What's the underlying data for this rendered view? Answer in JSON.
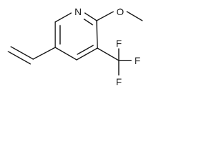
{
  "molecule": {
    "atoms": {
      "nitrogen": "N",
      "oxygen": "O",
      "fluorine_top": "F",
      "fluorine_right": "F",
      "fluorine_bottom": "F"
    }
  },
  "colors": {
    "bond": "#1a1a1a",
    "label": "#1a1a1a",
    "background": "#ffffff"
  }
}
